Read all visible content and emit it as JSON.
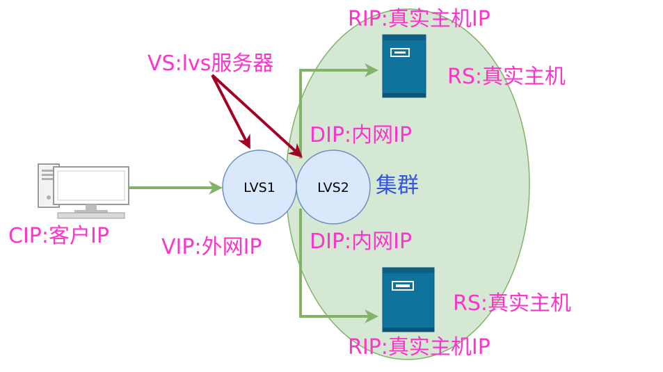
{
  "labels": {
    "rip_top": "RIP:真实主机IP",
    "rip_bottom": "RIP:真实主机IP",
    "rs_top": "RS:真实主机",
    "rs_bottom": "RS:真实主机",
    "vs": "VS:lvs服务器",
    "dip_top": "DIP:内网IP",
    "dip_bottom": "DIP:内网IP",
    "lvs1": "LVS1",
    "lvs2": "LVS2",
    "cluster": "集群",
    "cip": "CIP:客户IP",
    "vip": "VIP:外网IP"
  },
  "icons": {
    "client": "desktop-computer-icon",
    "server": "server-tower-icon"
  },
  "colors": {
    "label_pink": "#ff33cc",
    "cluster_blue": "#3355dd",
    "cluster_fill": "#d5e8d4",
    "cluster_stroke": "#82b366",
    "lvs_fill": "#dae8fc",
    "lvs_stroke": "#6c8ebf",
    "green_arrow": "#82b366",
    "red_arrow": "#a20025",
    "server_body": "#10739e",
    "client_fill": "#ffffff",
    "client_stroke": "#999999"
  }
}
